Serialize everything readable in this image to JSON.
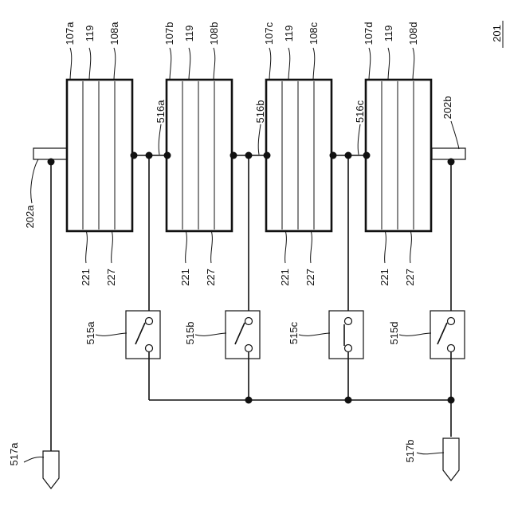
{
  "figure_number": "201",
  "electrodes": {
    "left": {
      "label": "202a"
    },
    "right": {
      "label": "202b"
    }
  },
  "cells": [
    {
      "top_labels": [
        "107a",
        "119",
        "108a"
      ],
      "bottom_labels": [
        "221",
        "227"
      ]
    },
    {
      "top_labels": [
        "107b",
        "119",
        "108b"
      ],
      "bottom_labels": [
        "221",
        "227"
      ]
    },
    {
      "top_labels": [
        "107c",
        "119",
        "108c"
      ],
      "bottom_labels": [
        "221",
        "227"
      ]
    },
    {
      "top_labels": [
        "107d",
        "119",
        "108d"
      ],
      "bottom_labels": [
        "221",
        "227"
      ]
    }
  ],
  "junctions": [
    {
      "label": "516a"
    },
    {
      "label": "516b"
    },
    {
      "label": "516c"
    }
  ],
  "switches": [
    {
      "label": "515a"
    },
    {
      "label": "515b"
    },
    {
      "label": "515c"
    },
    {
      "label": "515d"
    }
  ],
  "terminals": [
    {
      "label": "517a"
    },
    {
      "label": "517b"
    }
  ]
}
